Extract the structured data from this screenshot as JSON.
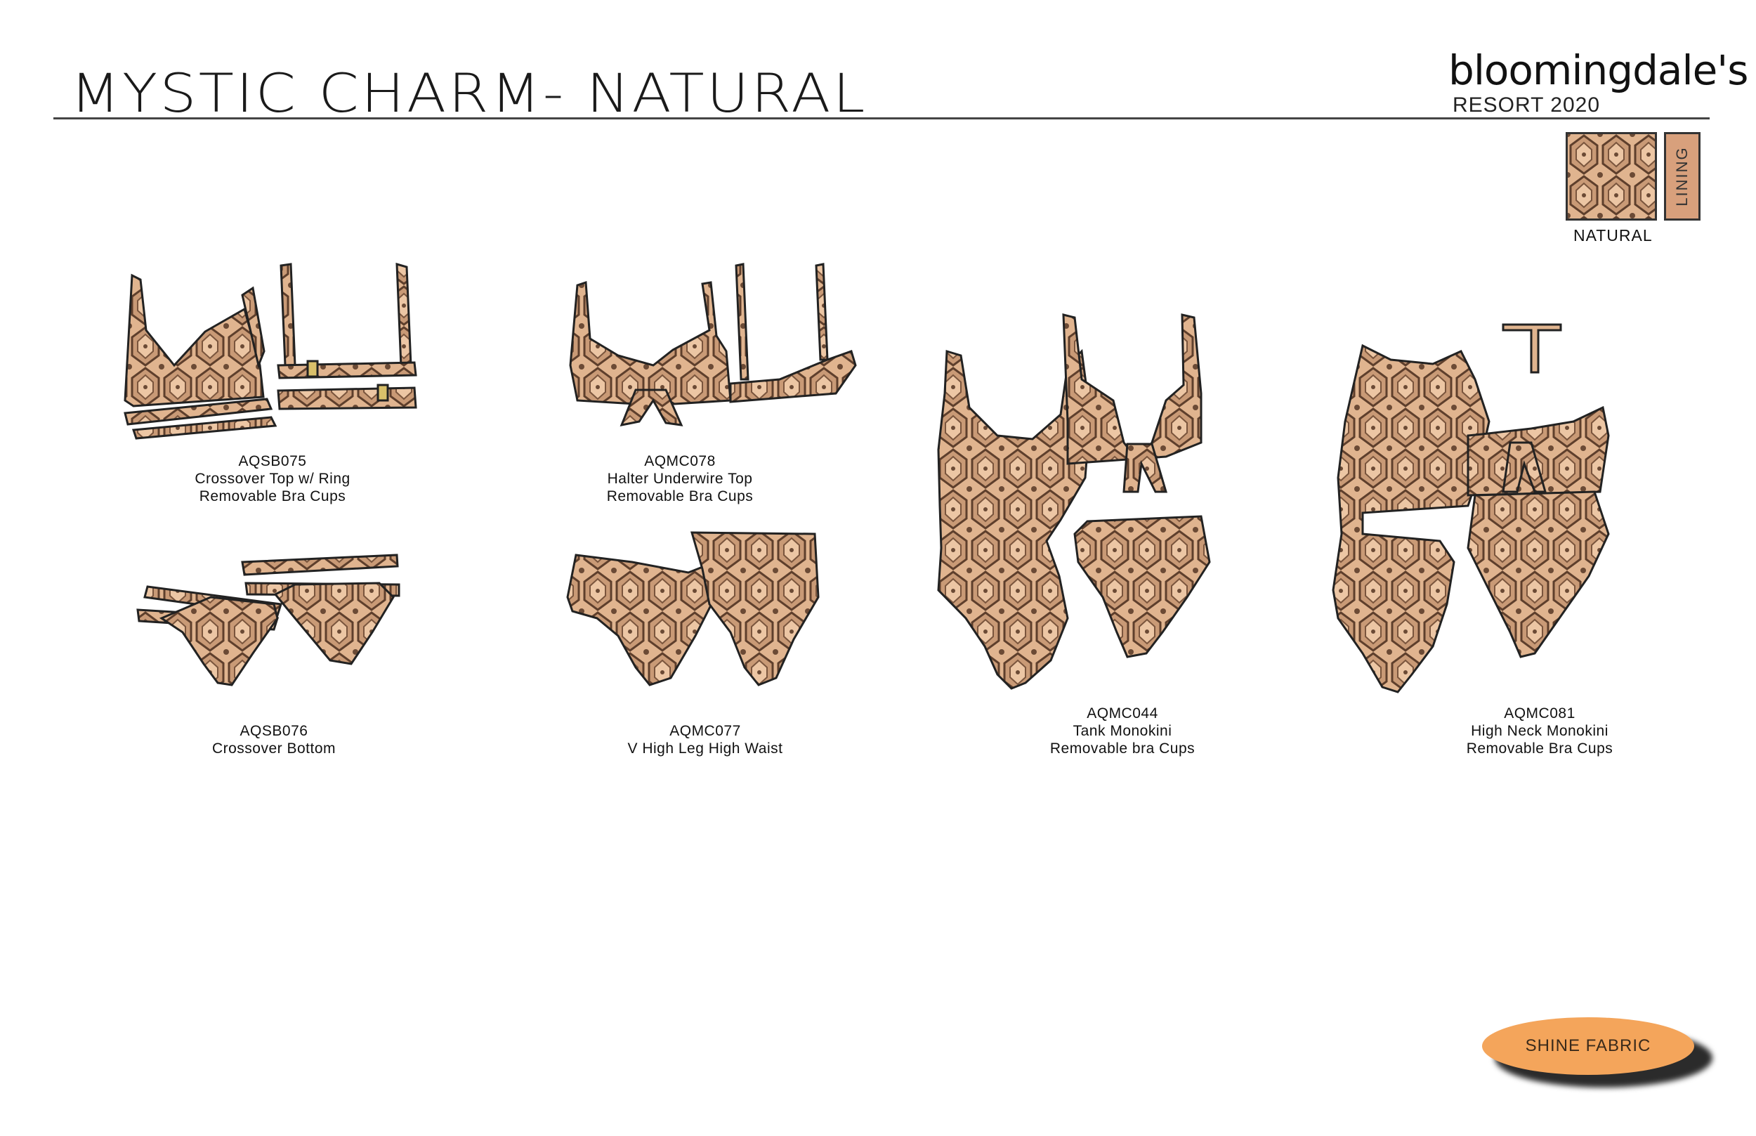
{
  "header": {
    "title": "MYSTIC CHARM- NATURAL",
    "brand": "bloomingdale's",
    "season": "RESORT 2020"
  },
  "swatches": {
    "natural_label": "NATURAL",
    "lining_label": "LINING"
  },
  "colors": {
    "print_base": "#e0b48f",
    "print_dark": "#6b4a35",
    "lining": "#d8a07c",
    "badge": "#f4a55b"
  },
  "styles": [
    {
      "code": "AQSB075",
      "name": "Crossover Top w/ Ring",
      "note": "Removable Bra Cups"
    },
    {
      "code": "AQMC078",
      "name": "Halter Underwire Top",
      "note": "Removable Bra Cups"
    },
    {
      "code": "AQSB076",
      "name": "Crossover Bottom"
    },
    {
      "code": "AQMC077",
      "name": "V High Leg High Waist"
    },
    {
      "code": "AQMC044",
      "name": "Tank Monokini",
      "note": "Removable bra Cups"
    },
    {
      "code": "AQMC081",
      "name": "High Neck Monokini",
      "note": "Removable Bra Cups"
    }
  ],
  "badge": {
    "label": "SHINE FABRIC"
  }
}
